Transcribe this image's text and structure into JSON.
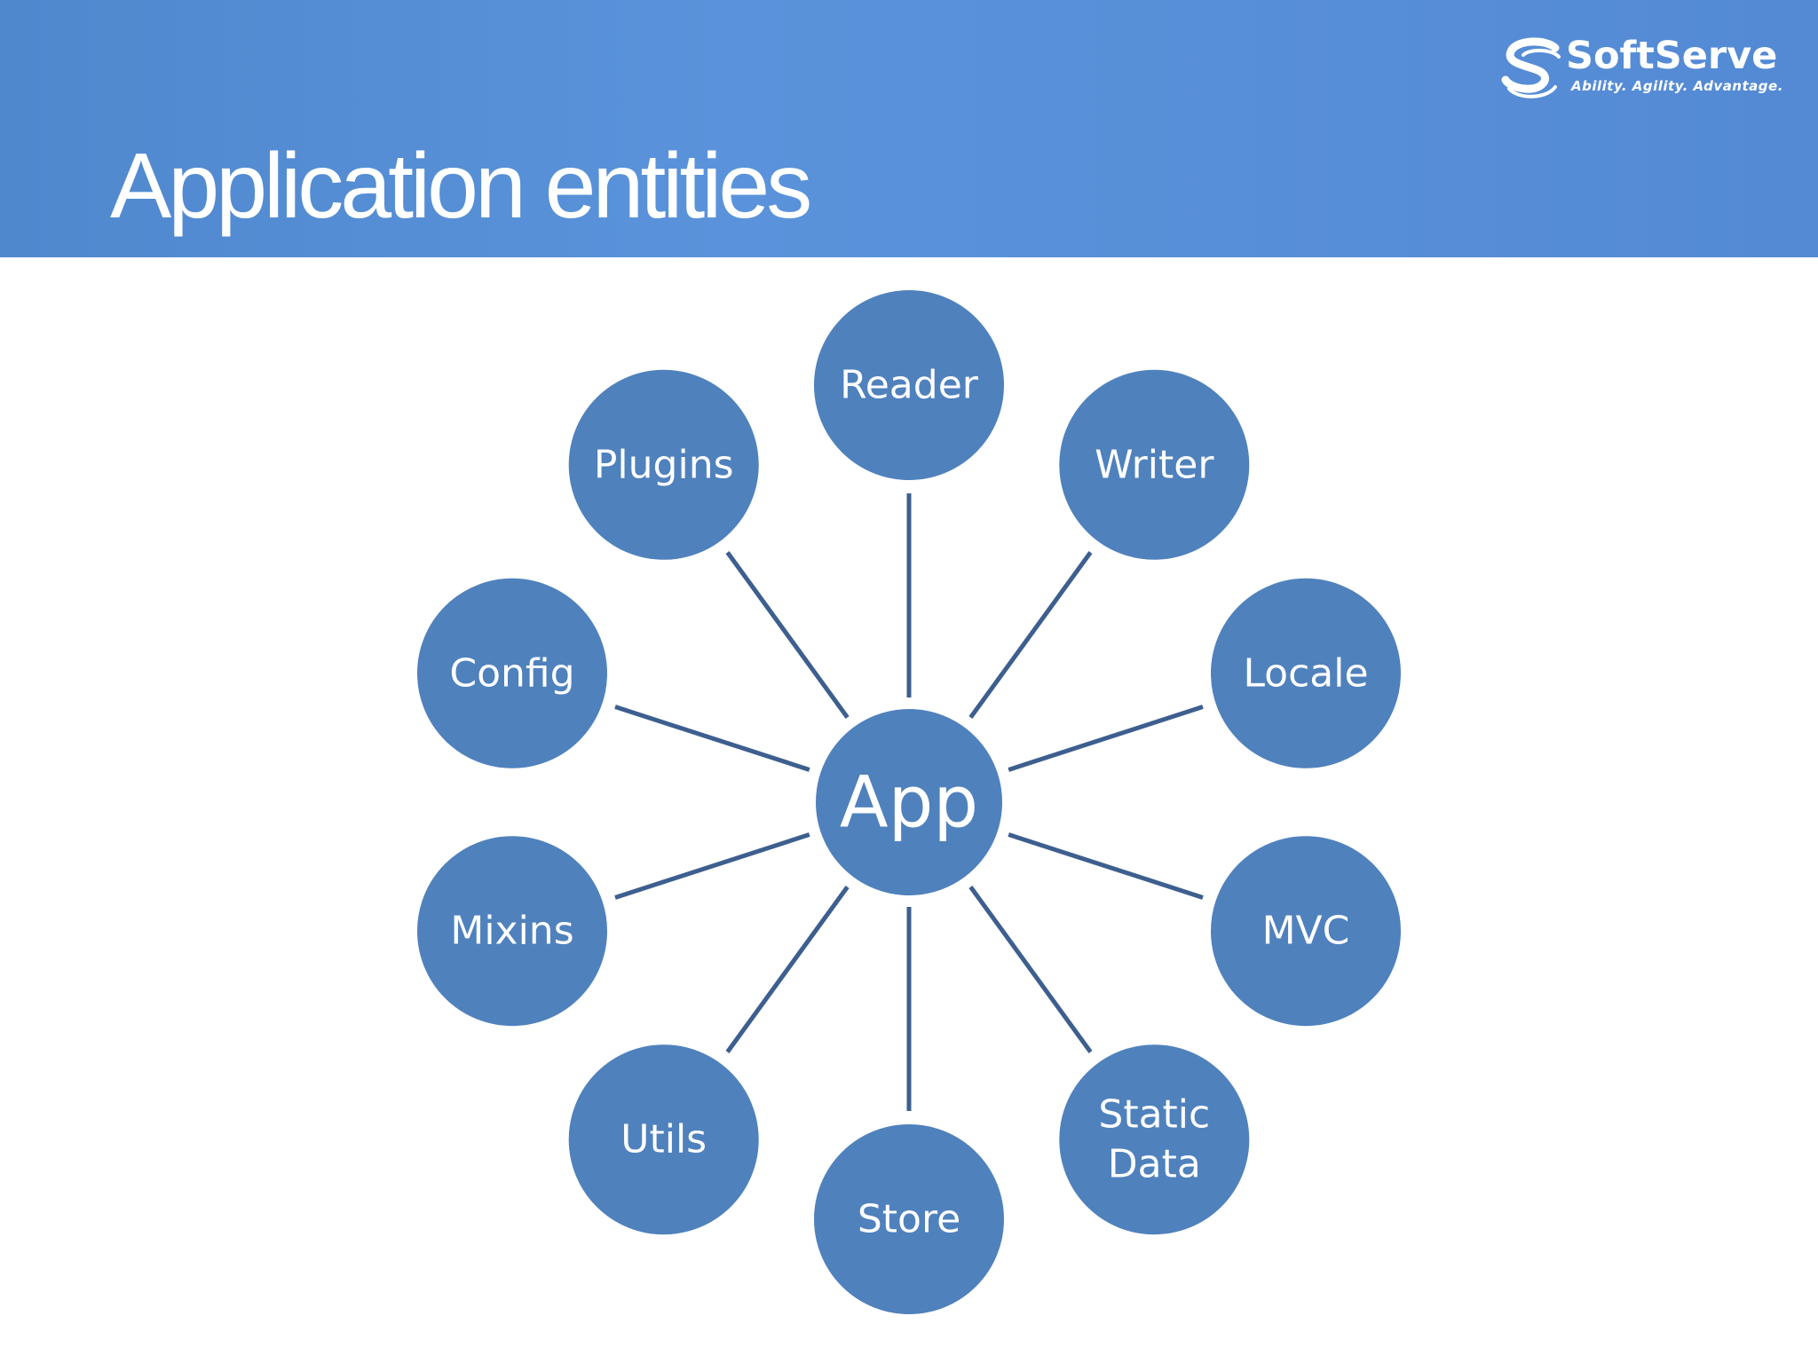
{
  "slide": {
    "title": "Application entities"
  },
  "logo": {
    "name": "SoftServe",
    "tagline": "Ability. Agility. Advantage.",
    "icon": "softserve-s-logo-icon"
  },
  "colors": {
    "header": "#5a93db",
    "node_fill": "#4f81bd",
    "node_text": "#ffffff",
    "connector": "#3d5f8f"
  },
  "diagram": {
    "hub": {
      "label": "App"
    },
    "nodes": [
      {
        "id": "reader",
        "lines": [
          "Reader"
        ]
      },
      {
        "id": "writer",
        "lines": [
          "Writer"
        ]
      },
      {
        "id": "locale",
        "lines": [
          "Locale"
        ]
      },
      {
        "id": "mvc",
        "lines": [
          "MVC"
        ]
      },
      {
        "id": "static-data",
        "lines": [
          "Static",
          "Data"
        ]
      },
      {
        "id": "store",
        "lines": [
          "Store"
        ]
      },
      {
        "id": "utils",
        "lines": [
          "Utils"
        ]
      },
      {
        "id": "mixins",
        "lines": [
          "Mixins"
        ]
      },
      {
        "id": "config",
        "lines": [
          "Config"
        ]
      },
      {
        "id": "plugins",
        "lines": [
          "Plugins"
        ]
      }
    ]
  }
}
